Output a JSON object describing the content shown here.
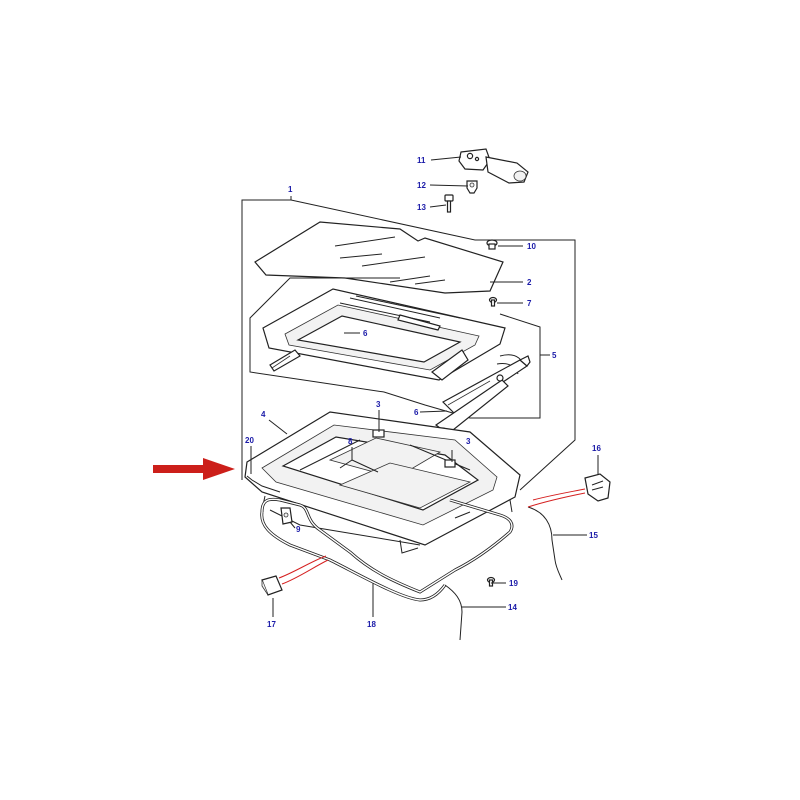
{
  "callouts": {
    "c1": "1",
    "c2": "2",
    "c3a": "3",
    "c3b": "3",
    "c4": "4",
    "c5": "5",
    "c6a": "6",
    "c6b": "6",
    "c7": "7",
    "c8": "8",
    "c9": "9",
    "c10": "10",
    "c11": "11",
    "c12": "12",
    "c13": "13",
    "c14": "14",
    "c15": "15",
    "c16": "16",
    "c17": "17",
    "c18": "18",
    "c19": "19",
    "c20": "20"
  },
  "colors": {
    "callout_text": "#1a1aa8",
    "highlight_arrow": "#cc1f1a",
    "wire_red": "#d52020",
    "line_art": "#222222"
  },
  "icons": {
    "highlight": "red-arrow-icon"
  }
}
